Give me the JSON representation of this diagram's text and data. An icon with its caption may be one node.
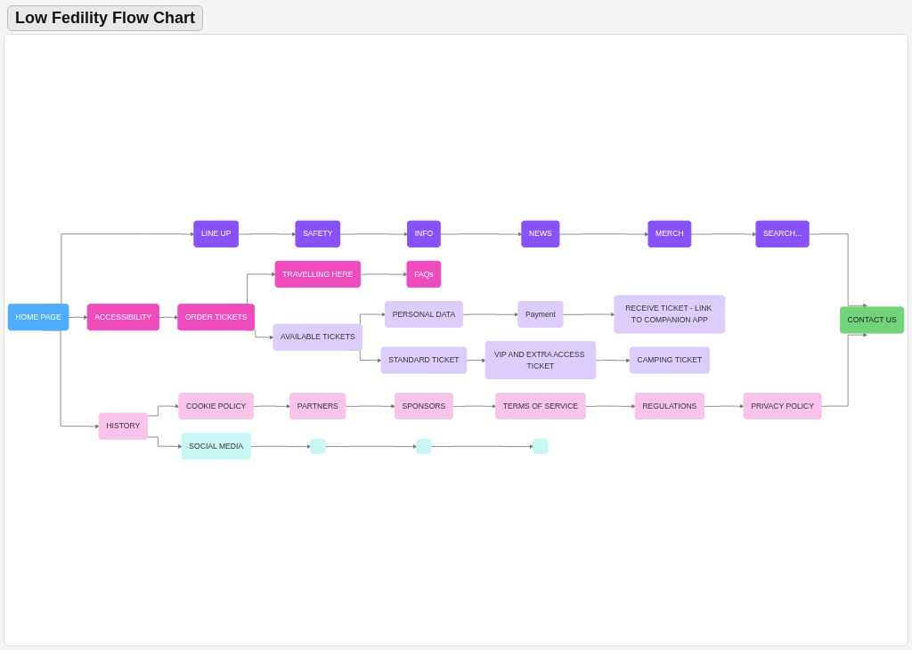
{
  "diagram": {
    "title": "Low Fedility Flow Chart",
    "nodes": [
      {
        "text": [
          "HOME PAGE"
        ]
      },
      {
        "text": [
          "LINE UP"
        ]
      },
      {
        "text": [
          "SAFETY"
        ]
      },
      {
        "text": [
          "INFO"
        ]
      },
      {
        "text": [
          "NEWS"
        ]
      },
      {
        "text": [
          "MERCH"
        ]
      },
      {
        "text": [
          "SEARCH..."
        ]
      },
      {
        "text": [
          "ACCESSIBILITY"
        ]
      },
      {
        "text": [
          "ORDER TICKETS"
        ]
      },
      {
        "text": [
          "TRAVELLING HERE"
        ]
      },
      {
        "text": [
          "FAQs"
        ]
      },
      {
        "text": [
          "STANDARD TICKET"
        ]
      },
      {
        "text": [
          "AVAILABLE TICKETS"
        ]
      },
      {
        "text": [
          "PERSONAL DATA"
        ]
      },
      {
        "text": [
          "Payment"
        ]
      },
      {
        "text": [
          "RECEIVE TICKET - LINK TO COMPANION APP"
        ]
      },
      {
        "text": [
          "CONTACT US"
        ]
      },
      {
        "text": [
          "VIP AND EXTRA ACCESS TICKET"
        ]
      },
      {
        "text": [
          "CAMPING TICKET"
        ]
      },
      {
        "text": [
          "HISTORY"
        ]
      },
      {
        "text": [
          "COOKIE POLICY"
        ]
      },
      {
        "text": [
          "PARTNERS"
        ]
      },
      {
        "text": [
          "SPONSORS"
        ]
      },
      {
        "text": [
          "TERMS OF SERVICE"
        ]
      },
      {
        "text": [
          "REGULATIONS"
        ]
      },
      {
        "text": [
          "PRIVACY POLICY"
        ]
      },
      {
        "text": [
          "SOCIAL MEDIA"
        ]
      },
      {
        "text": [],
        "shape": "box"
      },
      {
        "text": [],
        "shape": "box"
      },
      {
        "text": [],
        "shape": "box"
      }
    ],
    "edges": [
      {
        "from": 0,
        "to": 1,
        "arrow": "to"
      },
      {
        "from": 1,
        "to": 2,
        "arrow": "to"
      },
      {
        "from": 2,
        "to": 3,
        "arrow": "to"
      },
      {
        "from": 3,
        "to": 4,
        "arrow": "to"
      },
      {
        "from": 4,
        "to": 5,
        "arrow": "to"
      },
      {
        "from": 5,
        "to": 6,
        "arrow": "to"
      },
      {
        "from": 0,
        "to": 7,
        "arrow": "to"
      },
      {
        "from": 7,
        "to": 8,
        "arrow": "to"
      },
      {
        "from": 8,
        "to": 9,
        "arrow": "to"
      },
      {
        "from": 9,
        "to": 10,
        "arrow": "to"
      },
      {
        "from": 8,
        "to": 12,
        "arrow": "to"
      },
      {
        "from": 12,
        "to": 11,
        "arrow": "to"
      },
      {
        "from": 12,
        "to": 13,
        "arrow": "to"
      },
      {
        "from": 13,
        "to": 14,
        "arrow": "to"
      },
      {
        "from": 14,
        "to": 15,
        "arrow": "to"
      },
      {
        "from": 11,
        "to": 17,
        "arrow": "to"
      },
      {
        "from": 17,
        "to": 18,
        "arrow": "to"
      },
      {
        "from": 6,
        "to": 16,
        "arrow": "to"
      },
      {
        "from": 25,
        "to": 16,
        "arrow": "to"
      },
      {
        "from": 0,
        "to": 19,
        "arrow": "to"
      },
      {
        "from": 19,
        "to": 20,
        "arrow": "to"
      },
      {
        "from": 20,
        "to": 21,
        "arrow": "to"
      },
      {
        "from": 21,
        "to": 22,
        "arrow": "to"
      },
      {
        "from": 22,
        "to": 23,
        "arrow": "to"
      },
      {
        "from": 23,
        "to": 24,
        "arrow": "to"
      },
      {
        "from": 24,
        "to": 25,
        "arrow": "to"
      },
      {
        "from": 19,
        "to": 26,
        "arrow": "to"
      },
      {
        "from": 26,
        "to": 27,
        "arrow": "to"
      },
      {
        "from": 27,
        "to": 28,
        "arrow": "to"
      },
      {
        "from": 28,
        "to": 29,
        "arrow": "to"
      }
    ]
  }
}
